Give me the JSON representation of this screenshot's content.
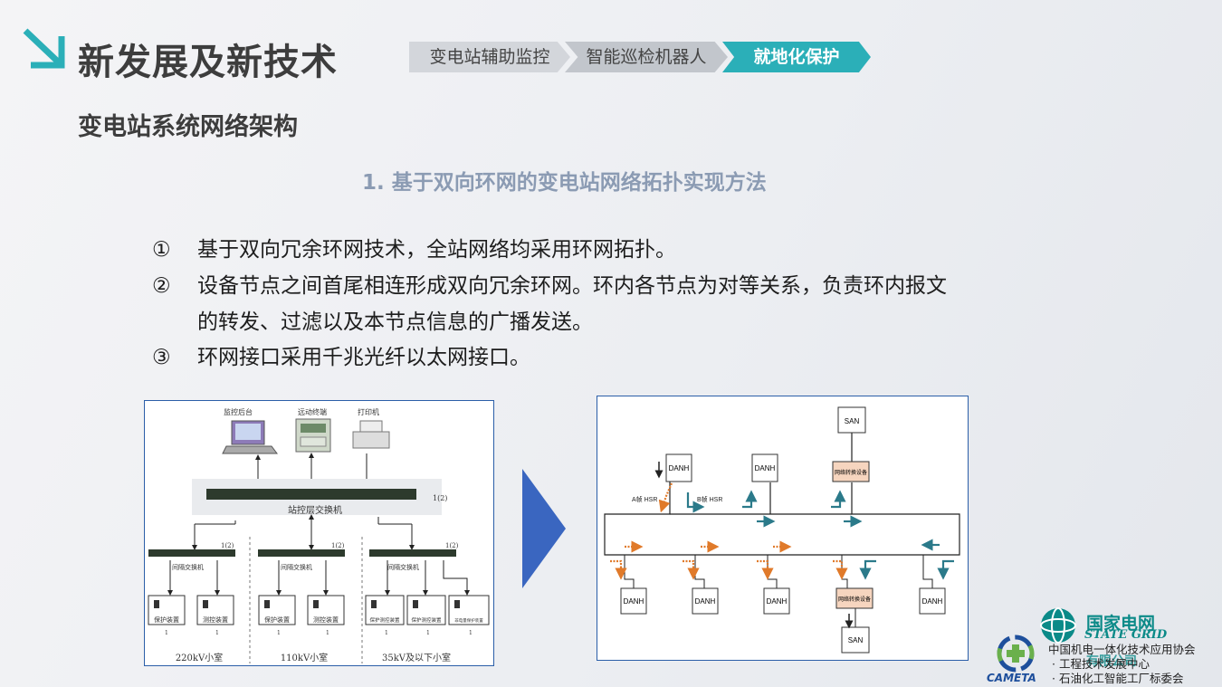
{
  "header": {
    "title": "新发展及新技术",
    "subtitle": "变电站系统网络架构",
    "breadcrumbs": [
      {
        "label": "变电站辅助监控"
      },
      {
        "label": "智能巡检机器人"
      },
      {
        "label": "就地化保护"
      }
    ],
    "accent_color": "#2bafb8"
  },
  "section": {
    "heading": "1.  基于双向环网的变电站网络拓扑实现方法",
    "bullets": [
      {
        "num": "①",
        "lines": [
          "基于双向冗余环网技术，全站网络均采用环网拓扑。"
        ]
      },
      {
        "num": "②",
        "lines": [
          "设备节点之间首尾相连形成双向冗余环网。环内各节点为对等关系，负责环内报文",
          "的转发、过滤以及本节点信息的广播发送。"
        ]
      },
      {
        "num": "③",
        "lines": [
          "环网接口采用千兆光纤以太网接口。"
        ]
      }
    ]
  },
  "left_diagram": {
    "top_devices": [
      "监控后台",
      "远动终端",
      "打印机"
    ],
    "station_switch": "站控层交换机",
    "port_label": "1(2)",
    "bay_switch": "间隔交换机",
    "rooms": [
      {
        "name": "220kV小室",
        "devices": [
          "保护装置",
          "测控装置"
        ]
      },
      {
        "name": "110kV小室",
        "devices": [
          "保护装置",
          "测控装置"
        ]
      },
      {
        "name": "35kV及以下小室",
        "devices": [
          "保护测控装置",
          "保护测控装置",
          "非电量保护装置"
        ]
      }
    ],
    "device_port": "1"
  },
  "right_diagram": {
    "san_label": "SAN",
    "danh_label": "DANH",
    "redbox_label": "网络转换设备",
    "ring_a": "A帧 HSR",
    "ring_b": "B帧 HSR"
  },
  "footer": {
    "sg_cn": "国家电网",
    "sg_en": "STATE GRID",
    "cameta": "CAMETA",
    "assoc_lines": [
      "中国机电一体化技术应用协会",
      "· 工程技术发展中心",
      "· 石油化工智能工厂标委会"
    ],
    "watermark": "有限公司"
  }
}
